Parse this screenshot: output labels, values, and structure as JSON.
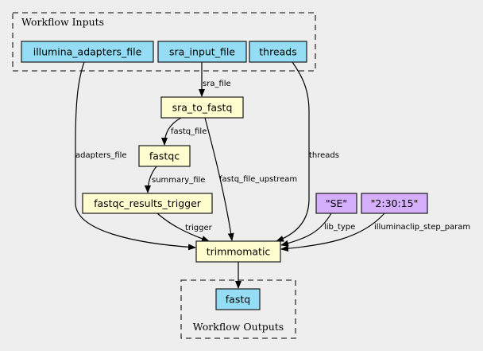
{
  "diagram": {
    "type": "workflow-graph",
    "clusters": [
      {
        "id": "inputs",
        "label": "Workflow Inputs"
      },
      {
        "id": "outputs",
        "label": "Workflow Outputs"
      }
    ],
    "colors": {
      "input_output_fill": "#94ddf4",
      "step_fill": "#fffcd0",
      "constant_fill": "#d5aefc",
      "background": "#eeeeee"
    },
    "nodes": [
      {
        "id": "illumina_adapters_file",
        "label": "illumina_adapters_file",
        "kind": "input"
      },
      {
        "id": "sra_input_file",
        "label": "sra_input_file",
        "kind": "input"
      },
      {
        "id": "threads",
        "label": "threads",
        "kind": "input"
      },
      {
        "id": "sra_to_fastq",
        "label": "sra_to_fastq",
        "kind": "step"
      },
      {
        "id": "fastqc",
        "label": "fastqc",
        "kind": "step"
      },
      {
        "id": "fastqc_results_trigger",
        "label": "fastqc_results_trigger",
        "kind": "step"
      },
      {
        "id": "trimmomatic",
        "label": "trimmomatic",
        "kind": "step"
      },
      {
        "id": "const_se",
        "label": "\"SE\"",
        "kind": "constant"
      },
      {
        "id": "const_illuminaclip",
        "label": "\"2:30:15\"",
        "kind": "constant"
      },
      {
        "id": "fastq",
        "label": "fastq",
        "kind": "output"
      }
    ],
    "edges": [
      {
        "from": "sra_input_file",
        "to": "sra_to_fastq",
        "label": "sra_file"
      },
      {
        "from": "sra_to_fastq",
        "to": "fastqc",
        "label": "fastq_file"
      },
      {
        "from": "fastqc",
        "to": "fastqc_results_trigger",
        "label": "summary_file"
      },
      {
        "from": "illumina_adapters_file",
        "to": "trimmomatic",
        "label": "adapters_file"
      },
      {
        "from": "sra_to_fastq",
        "to": "trimmomatic",
        "label": "fastq_file_upstream"
      },
      {
        "from": "threads",
        "to": "trimmomatic",
        "label": "threads"
      },
      {
        "from": "fastqc_results_trigger",
        "to": "trimmomatic",
        "label": "trigger"
      },
      {
        "from": "const_se",
        "to": "trimmomatic",
        "label": "lib_type"
      },
      {
        "from": "const_illuminaclip",
        "to": "trimmomatic",
        "label": "illuminaclip_step_param"
      },
      {
        "from": "trimmomatic",
        "to": "fastq",
        "label": ""
      }
    ]
  }
}
